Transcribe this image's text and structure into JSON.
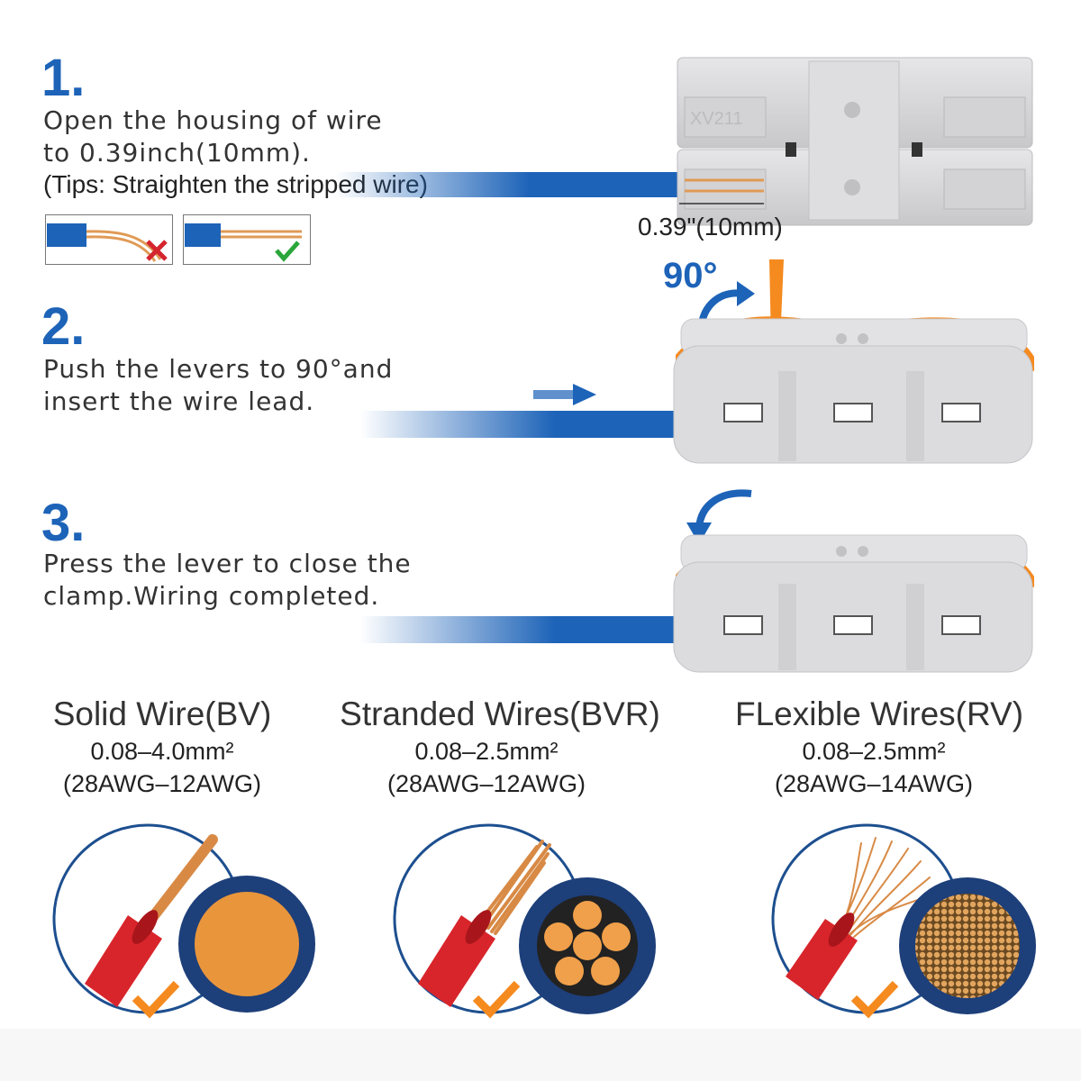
{
  "step1": {
    "number": "1.",
    "text_line1": "Open the housing of wire",
    "text_line2": "to 0.39inch(10mm).",
    "tips": "(Tips: Straighten the stripped wire)",
    "measurement": "0.39\"(10mm)",
    "model_label": "XV211",
    "wrong_icon": "cross-icon",
    "right_icon": "check-icon"
  },
  "step2": {
    "number": "2.",
    "text_line1": "Push the levers to 90°and",
    "text_line2": "insert the wire lead.",
    "angle": "90°",
    "arrow_icon": "right-arrow-icon",
    "rotate_icon": "curved-arrow-icon"
  },
  "step3": {
    "number": "3.",
    "text_line1": "Press the lever to close the",
    "text_line2": "clamp.Wiring completed.",
    "rotate_icon": "curved-arrow-down-icon"
  },
  "wires": [
    {
      "title": "Solid Wire(BV)",
      "spec1": "0.08–4.0mm²",
      "spec2": "(28AWG–12AWG)",
      "icon": "solid-wire-icon"
    },
    {
      "title": "Stranded Wires(BVR)",
      "spec1": "0.08–2.5mm²",
      "spec2": "(28AWG–12AWG)",
      "icon": "stranded-wire-icon"
    },
    {
      "title": "FLexible Wires(RV)",
      "spec1": "0.08–2.5mm²",
      "spec2": "(28AWG–14AWG)",
      "icon": "flexible-wire-icon"
    }
  ],
  "colors": {
    "accent_blue": "#1d63b8",
    "lever_orange": "#f58a1f",
    "housing_gray": "#d9d9db",
    "wire_red": "#d8252b",
    "copper": "#e09a55",
    "check_green": "#2aa63a",
    "cross_red": "#d4252f"
  }
}
